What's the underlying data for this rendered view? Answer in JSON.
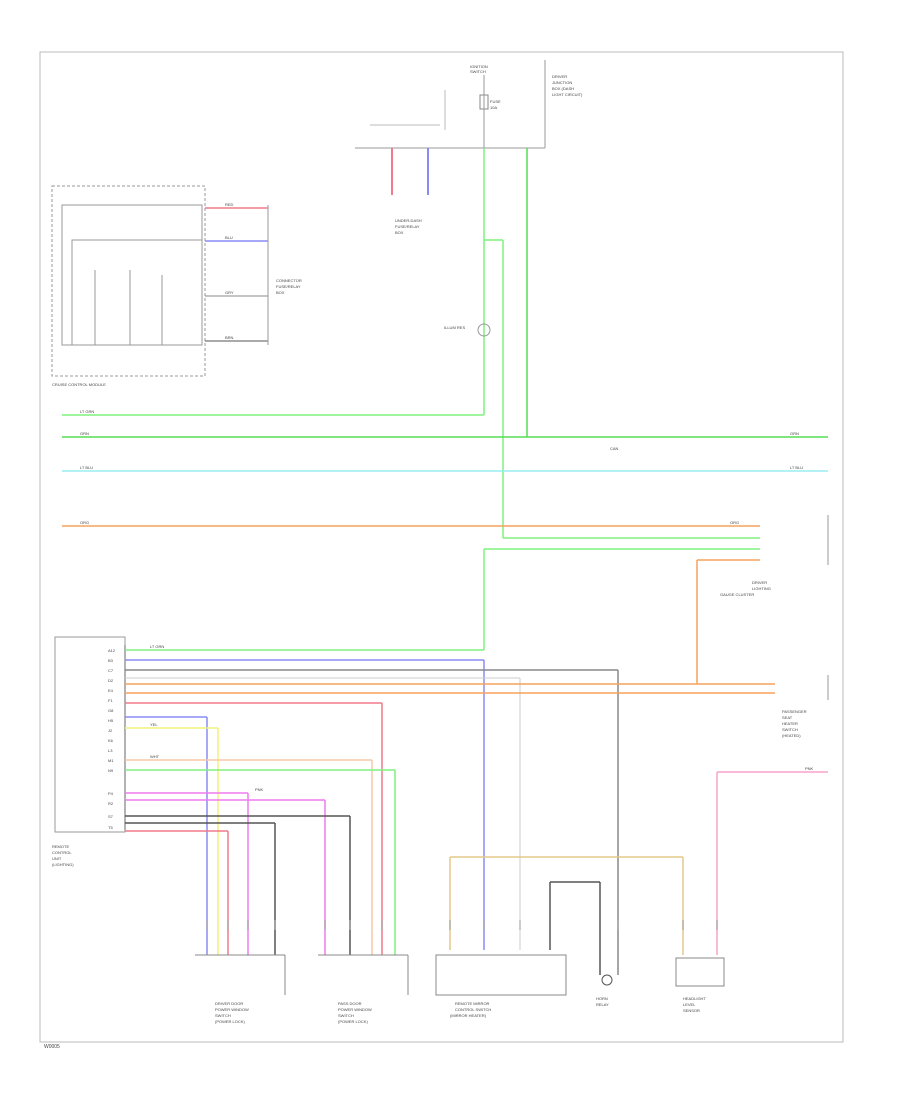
{
  "diagram": {
    "footer_code": "W0005"
  },
  "components": {
    "ignition_switch": {
      "lines": [
        "IGNITION",
        "SWITCH"
      ]
    },
    "relay_box": {
      "lines": [
        "DRIVER",
        "JUNCTION",
        "BOX (DASH",
        "LIGHT CIRCUIT)"
      ]
    },
    "fuse_top": "FUSE",
    "fuse_amp": "10A",
    "under_dash_fuse": {
      "lines": [
        "UNDER-DASH",
        "FUSE/RELAY",
        "BOX"
      ]
    },
    "cruise_module": "CRUISE CONTROL MODULE",
    "connector_box_left": {
      "lines": [
        "CONNECTOR",
        "FUSE/RELAY",
        "BOX"
      ]
    },
    "resistor": "ILLUM RES",
    "bus_label": "CAN",
    "driver_cluster": {
      "lines": [
        "DRIVER",
        "LIGHTING",
        "GAUGE CLUSTER"
      ]
    },
    "passenger_unit": {
      "lines": [
        "PASSENGER",
        "SEAT",
        "HEATER",
        "SWITCH",
        "(HEATED)"
      ]
    },
    "control_module": {
      "lines": [
        "REMOTE",
        "CONTROL",
        "UNIT",
        "(LIGHTING)"
      ]
    },
    "driver_door_switch": {
      "lines": [
        "DRIVER DOOR",
        "POWER WINDOW",
        "SWITCH",
        "(POWER LOCK)"
      ]
    },
    "pass_door_switch": {
      "lines": [
        "PASS DOOR",
        "POWER WINDOW",
        "SWITCH",
        "(POWER LOCK)"
      ]
    },
    "mirror_control": {
      "lines": [
        "REMOTE MIRROR",
        "CONTROL SWITCH",
        "(MIRROR HEATER)"
      ]
    },
    "horn": {
      "lines": [
        "HORN",
        "RELAY"
      ]
    },
    "headlight_sensor": {
      "lines": [
        "HEADLIGHT",
        "LEVEL",
        "SENSOR"
      ]
    }
  },
  "wire_labels": {
    "lt_grn": "LT GRN",
    "grn": "GRN",
    "blu": "BLU",
    "red": "RED",
    "org": "ORG",
    "pnk": "PNK",
    "gry": "GRY",
    "lt_blu": "LT BLU",
    "yel": "YEL",
    "wht": "WHT",
    "brn": "BRN"
  },
  "pin_labels": [
    "A12",
    "B3",
    "C7",
    "D2",
    "E4",
    "F1",
    "G8",
    "H5",
    "J2",
    "K6",
    "L3",
    "M1",
    "N9",
    "P4",
    "R2",
    "S7",
    "T5"
  ],
  "colors": {
    "frame": "#bbbbbb",
    "lt_green": "#7ef27e",
    "green": "#55dd55",
    "cyan": "#9aeef0",
    "orange": "#f5a25c",
    "blue": "#8b8bf5",
    "red": "#f07a8a",
    "gray": "#888888",
    "yellow": "#f0f07a",
    "tan": "#e3c88a",
    "peach": "#f5c8a8",
    "magenta": "#f07af0",
    "pink": "#f5a3c8",
    "dark": "#555555",
    "tiny_text": "#555555"
  }
}
